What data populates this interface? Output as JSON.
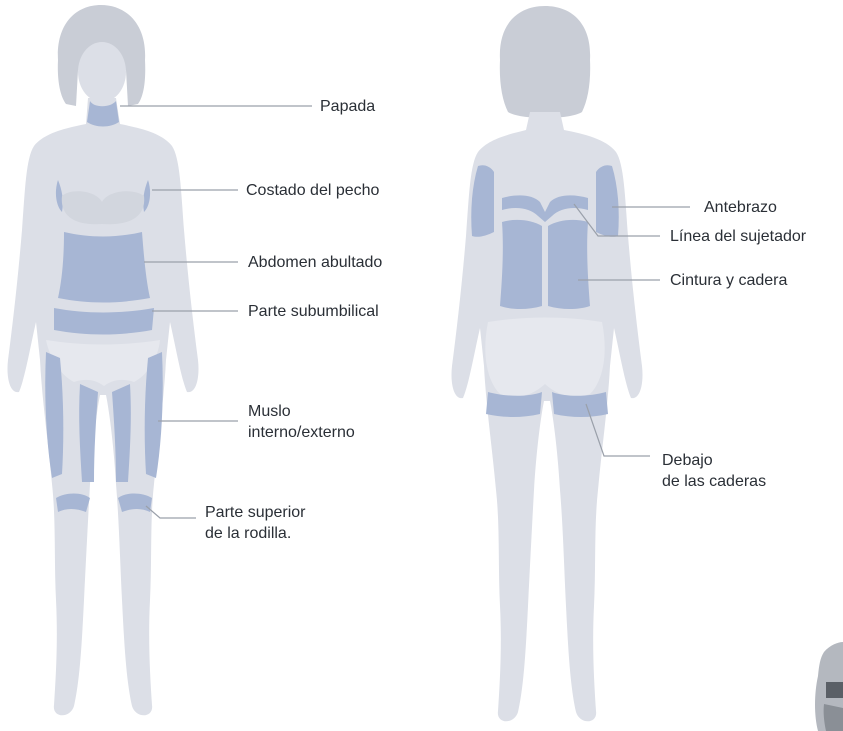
{
  "labels": {
    "papada": "Papada",
    "costado_pecho": "Costado del pecho",
    "abdomen_abultado": "Abdomen abultado",
    "parte_subumbilical": "Parte subumbilical",
    "muslo_line1": "Muslo",
    "muslo_line2": "interno/externo",
    "rodilla_line1": "Parte superior",
    "rodilla_line2": "de la rodilla.",
    "antebrazo": "Antebrazo",
    "linea_sujetador": "Línea del sujetador",
    "cintura_cadera": "Cintura y cadera",
    "debajo_line1": "Debajo",
    "debajo_line2": "de las caderas"
  },
  "colors": {
    "body": "#dcdfe7",
    "hair": "#c9cdd6",
    "zone": "#a7b6d4",
    "leader": "#9aa0aa",
    "text": "#2a2f36"
  }
}
